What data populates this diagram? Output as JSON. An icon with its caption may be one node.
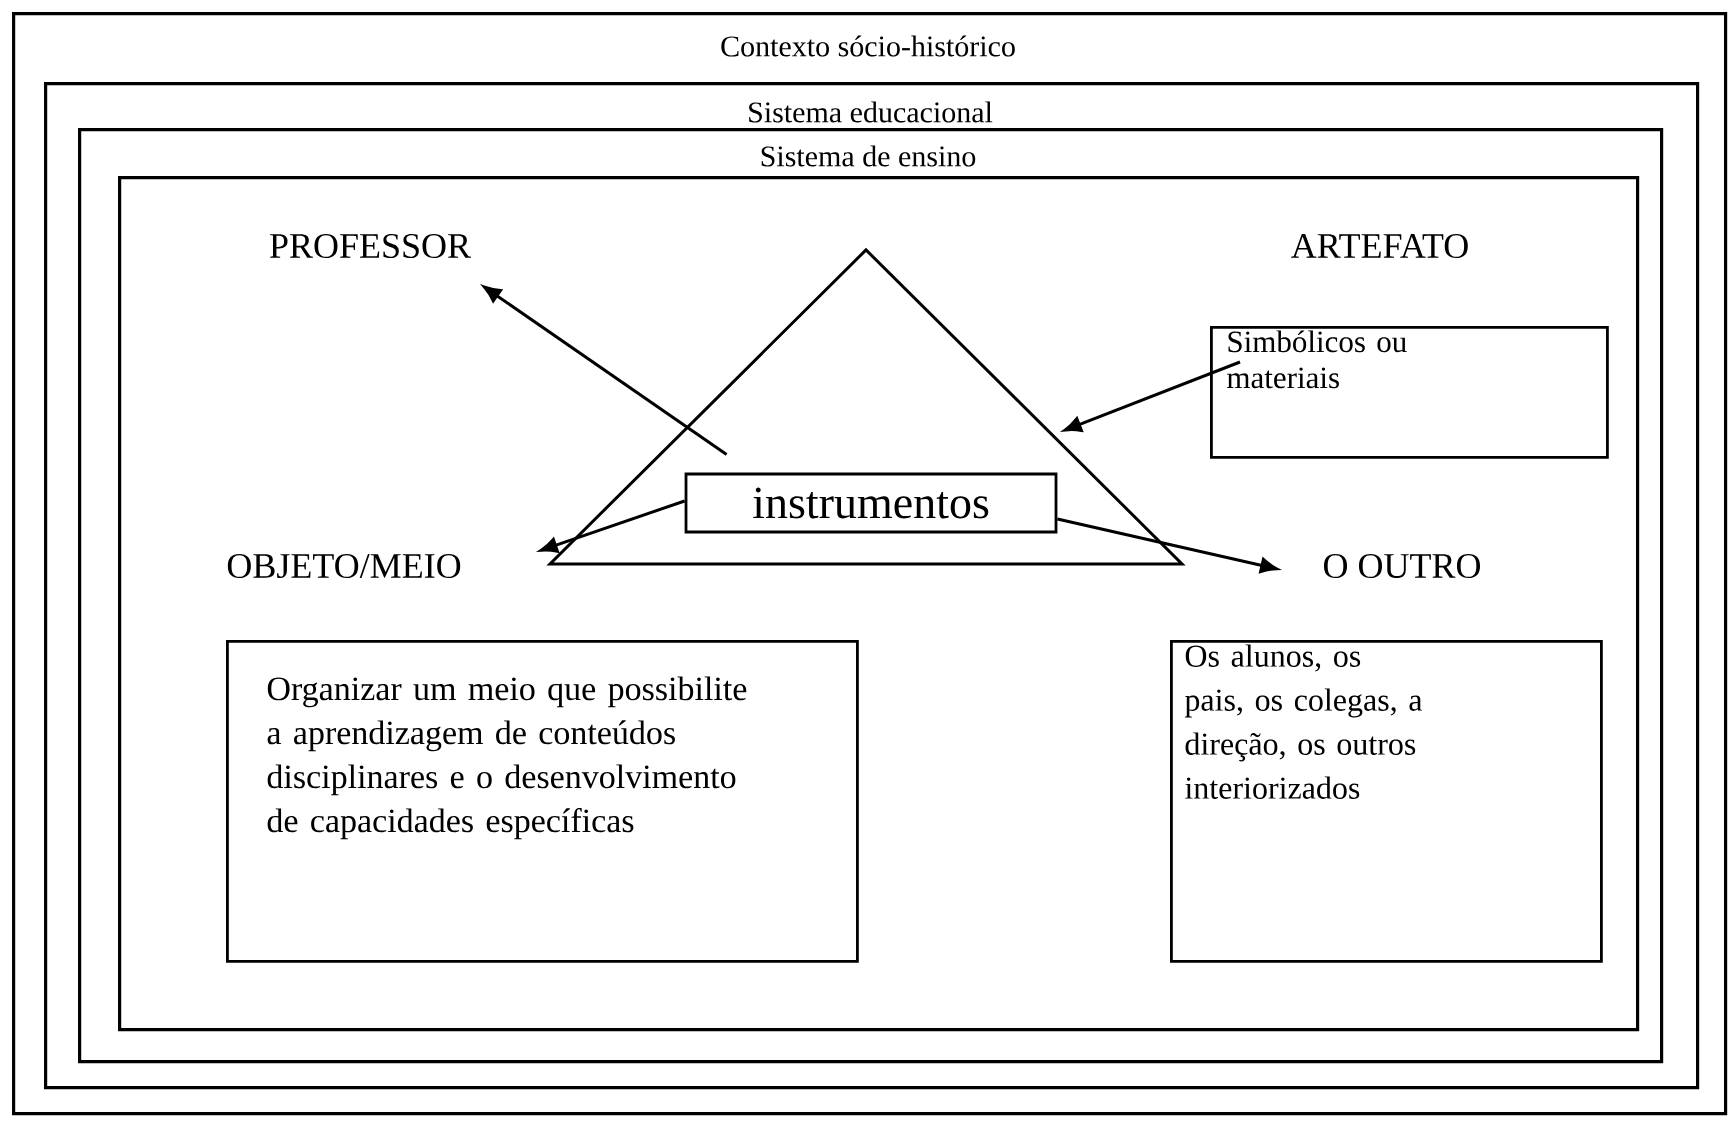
{
  "diagram": {
    "nodes": [
      {
        "text": [
          "Contexto sócio-histórico"
        ]
      },
      {
        "text": [
          "Sistema educacional"
        ],
        "in": 0
      },
      {
        "text": [
          "Sistema de ensino"
        ],
        "in": 1
      },
      {
        "text": [],
        "shape": "box",
        "in": 2
      },
      {
        "text": [
          "PROFESSOR"
        ],
        "in": 3
      },
      {
        "text": [
          "ARTEFATO"
        ],
        "in": 3
      },
      {
        "text": [],
        "shape": "triangle",
        "in": 3
      },
      {
        "text": [
          "Simbólicos ou materiais"
        ],
        "in": 3
      },
      {
        "text": [
          "instrumentos"
        ],
        "in": 6
      },
      {
        "text": [
          "OBJETO/MEIO"
        ],
        "in": 3
      },
      {
        "text": [
          "O OUTRO"
        ],
        "in": 3
      },
      {
        "text": [
          "Organizar um meio que possibilite a aprendizagem de conteúdos disciplinares e o desenvolvimento de capacidades específicas"
        ],
        "in": 3
      },
      {
        "text": [
          "Os alunos, os pais, os colegas, a direção, os outros interiorizados"
        ],
        "in": 3
      }
    ],
    "edges": [
      {
        "from": 8,
        "to": 4,
        "arrow": "to"
      },
      {
        "from": 8,
        "to": 9,
        "arrow": "to"
      },
      {
        "from": 8,
        "to": 10,
        "arrow": "to"
      },
      {
        "from": 7,
        "to": 6,
        "arrow": "to"
      }
    ]
  }
}
